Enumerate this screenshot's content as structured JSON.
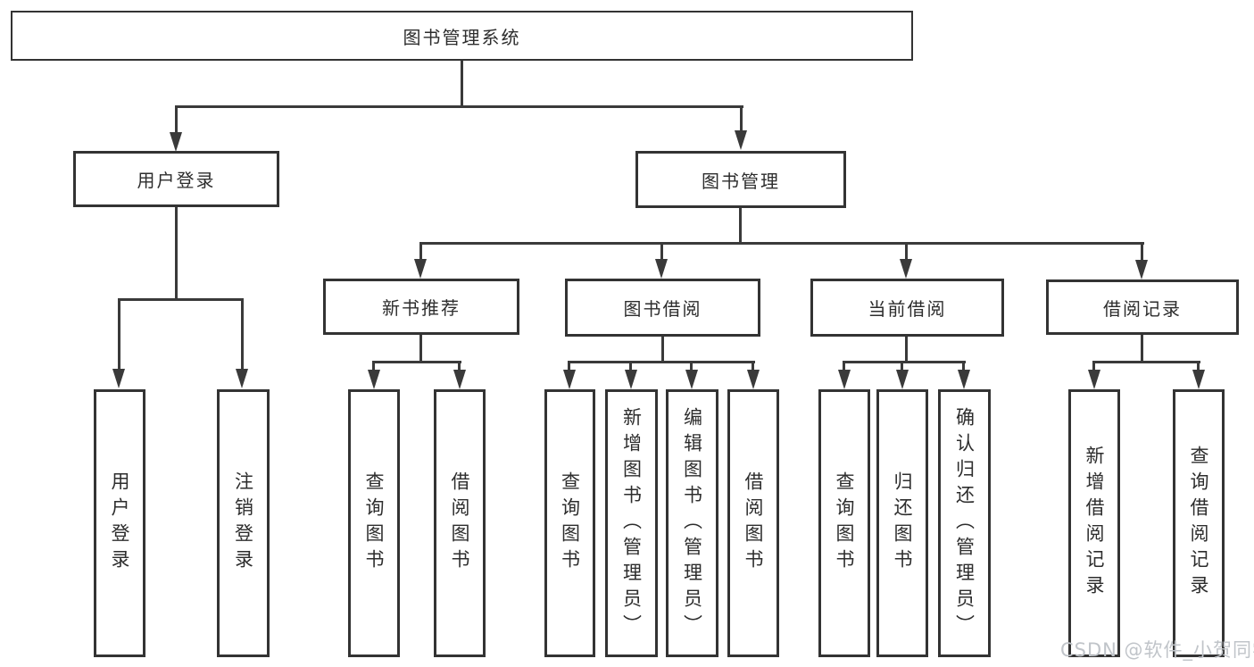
{
  "colors": {
    "line": "#3a3a3a",
    "box_border": "#333333",
    "text": "#2d2d2d",
    "watermark": "#c0c4c9",
    "background": "#ffffff"
  },
  "diagram": {
    "root": {
      "label": "图书管理系统"
    },
    "level2": [
      {
        "label": "用户登录"
      },
      {
        "label": "图书管理"
      }
    ],
    "level3": [
      {
        "label": "新书推荐",
        "parent": "图书管理"
      },
      {
        "label": "图书借阅",
        "parent": "图书管理"
      },
      {
        "label": "当前借阅",
        "parent": "图书管理"
      },
      {
        "label": "借阅记录",
        "parent": "图书管理"
      }
    ],
    "leaves": [
      {
        "label": "用户登录",
        "parent": "用户登录"
      },
      {
        "label": "注销登录",
        "parent": "用户登录"
      },
      {
        "label": "查询图书",
        "parent": "新书推荐"
      },
      {
        "label": "借阅图书",
        "parent": "新书推荐"
      },
      {
        "label": "查询图书",
        "parent": "图书借阅"
      },
      {
        "label": "新增图书（管理员）",
        "parent": "图书借阅"
      },
      {
        "label": "编辑图书（管理员）",
        "parent": "图书借阅"
      },
      {
        "label": "借阅图书",
        "parent": "图书借阅"
      },
      {
        "label": "查询图书",
        "parent": "当前借阅"
      },
      {
        "label": "归还图书",
        "parent": "当前借阅"
      },
      {
        "label": "确认归还（管理员）",
        "parent": "当前借阅"
      },
      {
        "label": "新增借阅记录",
        "parent": "借阅记录"
      },
      {
        "label": "查询借阅记录",
        "parent": "借阅记录"
      }
    ]
  },
  "watermark": {
    "text": "CSDN @软件_小贺同学"
  }
}
